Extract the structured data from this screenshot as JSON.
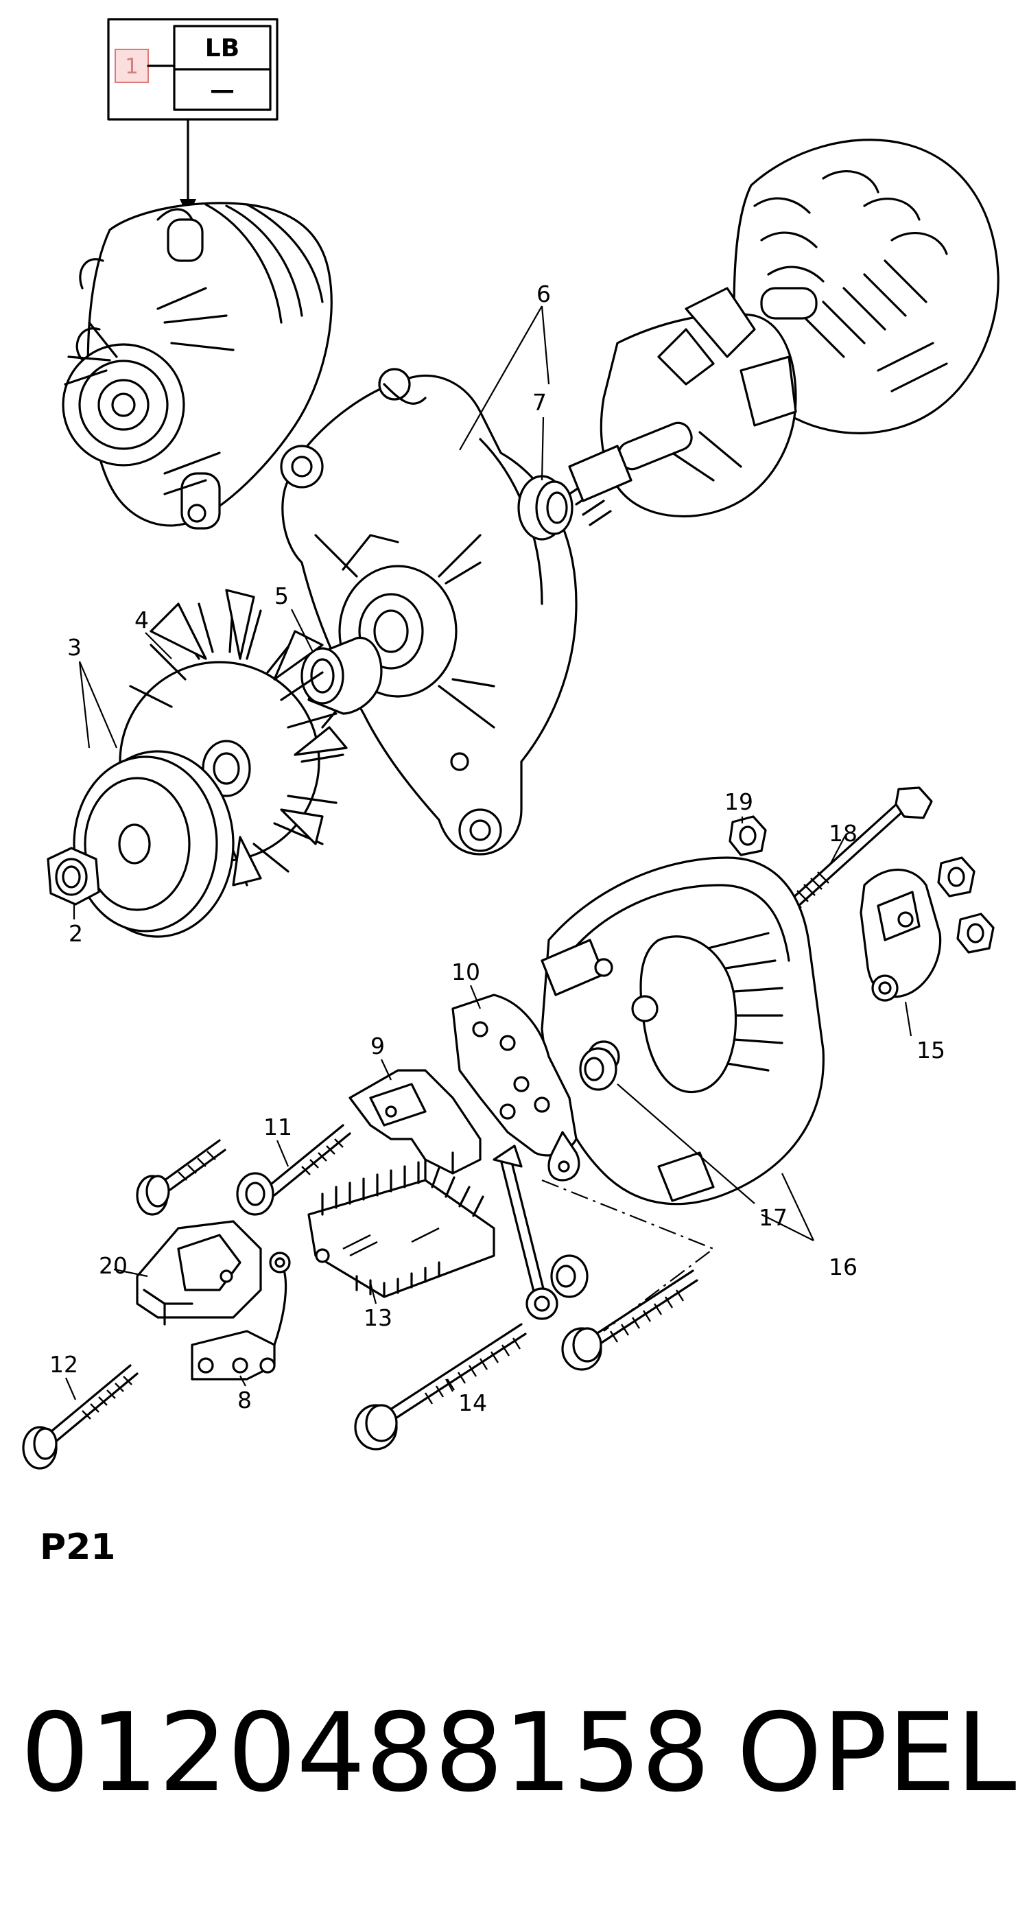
{
  "diagram": {
    "legend_box": {
      "ref": "1",
      "top": "LB",
      "bottom": "—"
    },
    "callouts": [
      {
        "id": "2",
        "label": "2"
      },
      {
        "id": "3",
        "label": "3"
      },
      {
        "id": "4",
        "label": "4"
      },
      {
        "id": "5",
        "label": "5"
      },
      {
        "id": "6",
        "label": "6"
      },
      {
        "id": "7",
        "label": "7"
      },
      {
        "id": "8",
        "label": "8"
      },
      {
        "id": "9",
        "label": "9"
      },
      {
        "id": "10",
        "label": "10"
      },
      {
        "id": "11",
        "label": "11"
      },
      {
        "id": "12",
        "label": "12"
      },
      {
        "id": "13",
        "label": "13"
      },
      {
        "id": "14",
        "label": "14"
      },
      {
        "id": "15",
        "label": "15"
      },
      {
        "id": "16",
        "label": "16"
      },
      {
        "id": "17",
        "label": "17"
      },
      {
        "id": "18",
        "label": "18"
      },
      {
        "id": "19",
        "label": "19"
      },
      {
        "id": "20",
        "label": "20"
      }
    ]
  },
  "page_code": "P21",
  "footer": {
    "part_number": "0120488158",
    "brand": "OPEL"
  }
}
